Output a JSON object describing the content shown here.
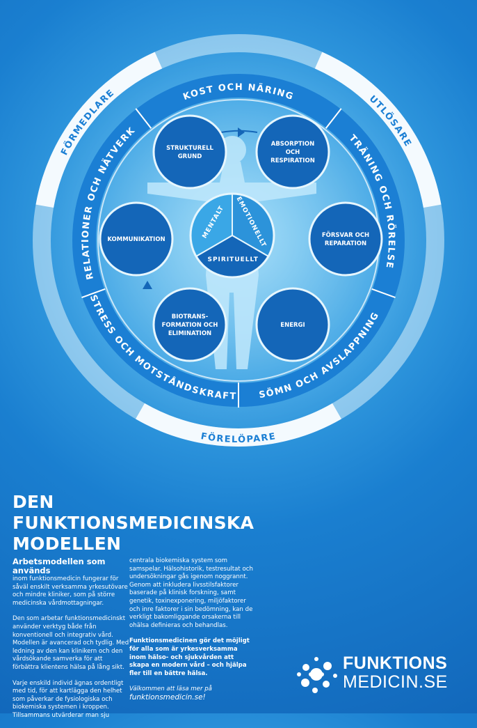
{
  "diagram": {
    "outer": [
      "FÖRMEDLARE",
      "UTLÖSARE",
      "FÖRELÖPARE"
    ],
    "ring": [
      "KOST OCH NÄRING",
      "TRÄNING OCH RÖRELSE",
      "SÖMN OCH AVSLAPPNING",
      "STRESS OCH MOTSTÅNDSKRAFT",
      "RELATIONER OCH NÄTVERK"
    ],
    "nodes": [
      [
        "STRUKTURELL",
        "GRUND"
      ],
      [
        "ABSORPTION",
        "OCH",
        "RESPIRATION"
      ],
      [
        "FÖRSVAR OCH",
        "REPARATION"
      ],
      [
        "ENERGI"
      ],
      [
        "BIOTRANS-",
        "FORMATION OCH",
        "ELIMINATION"
      ],
      [
        "KOMMUNIKATION"
      ]
    ],
    "center": [
      "MENTALT",
      "EMOTIONELLT",
      "SPIRITUELLT"
    ]
  },
  "title": [
    "DEN",
    "FUNKTIONSMEDICINSKA",
    "MODELLEN"
  ],
  "col1": {
    "lead": "Arbetsmodellen som används",
    "p1": "inom funktionsmedicin fungerar för såväl enskilt verksamma yrkesutövare och mindre kliniker, som på större medicinska vårdmottagningar.",
    "p2": "Den som arbetar funktionsmedicinskt använder verktyg både från konventionell och integrativ vård. Modellen är avancerad och tydlig. Med ledning av den kan klinikern och den vårdsökande samverka för att förbättra klientens hälsa på lång sikt.",
    "p3": "Varje enskild individ ägnas ordentligt med tid, för att kartlägga den helhet som påverkar de fysiologiska och biokemiska systemen i kroppen. Tillsammans utvärderar man sju"
  },
  "col2": {
    "p1": "centrala biokemiska system som samspelar. Hälsohistorik, testresultat och undersökningar gås igenom noggrannt. Genom att inkludera livsstilsfaktorer baserade på klinisk forskning, samt genetik, toxinexponering, miljöfaktorer och inre faktorer i sin bedömning, kan de verkligt bakomliggande orsakerna till ohälsa definieras och behandlas.",
    "p2": "Funktionsmedicinen gör det möjligt för alla som är yrkesverksamma inom hälso- och sjukvården att skapa en modern vård – och hjälpa fler till en bättre hälsa.",
    "p3a": "Välkommen att läsa mer på",
    "p3b": "funktionsmedicin.se!"
  },
  "logo": {
    "line1": "FUNKTIONS",
    "line2": "MEDICIN.SE"
  },
  "colors": {
    "node": "#1466b8",
    "ring": "#1b7fd4",
    "outer": "#e8f6fd"
  }
}
